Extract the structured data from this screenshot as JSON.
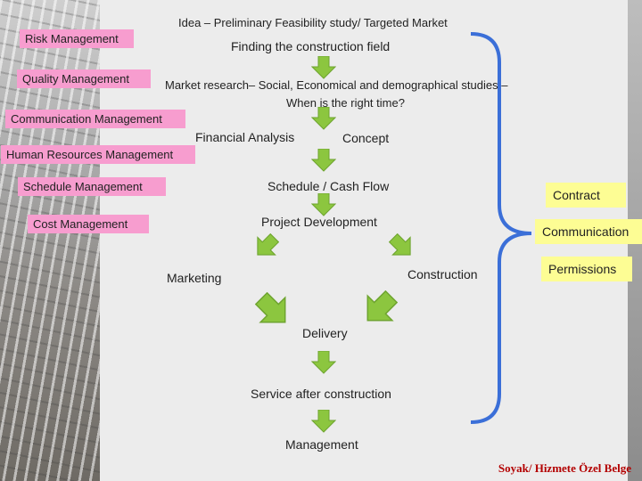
{
  "steps": {
    "idea": "Idea – Preliminary Feasibility study/ Targeted Market",
    "finding": "Finding the construction field",
    "market_line1": "Market research– Social, Economical and demographical studies –",
    "market_line2": "When is the right time?",
    "financial": "Financial Analysis",
    "concept": "Concept",
    "schedule": "Schedule / Cash Flow",
    "project": "Project Development",
    "marketing": "Marketing",
    "construction": "Construction",
    "delivery": "Delivery",
    "service": "Service after construction",
    "management": "Management"
  },
  "left_labels": {
    "risk": "Risk Management",
    "quality": "Quality Management",
    "communication": "Communication Management",
    "hr": "Human Resources Management",
    "schedule": "Schedule Management",
    "cost": "Cost Management"
  },
  "right_labels": {
    "contract": "Contract",
    "communication": "Communication",
    "permissions": "Permissions"
  },
  "footer": "Soyak/ Hizmete Özel Belge",
  "colors": {
    "pink": "#f79dcf",
    "yellow": "#fdfd94",
    "arrow": "#8cc63f",
    "brace": "#3b6fd8",
    "footer": "#b30000"
  }
}
